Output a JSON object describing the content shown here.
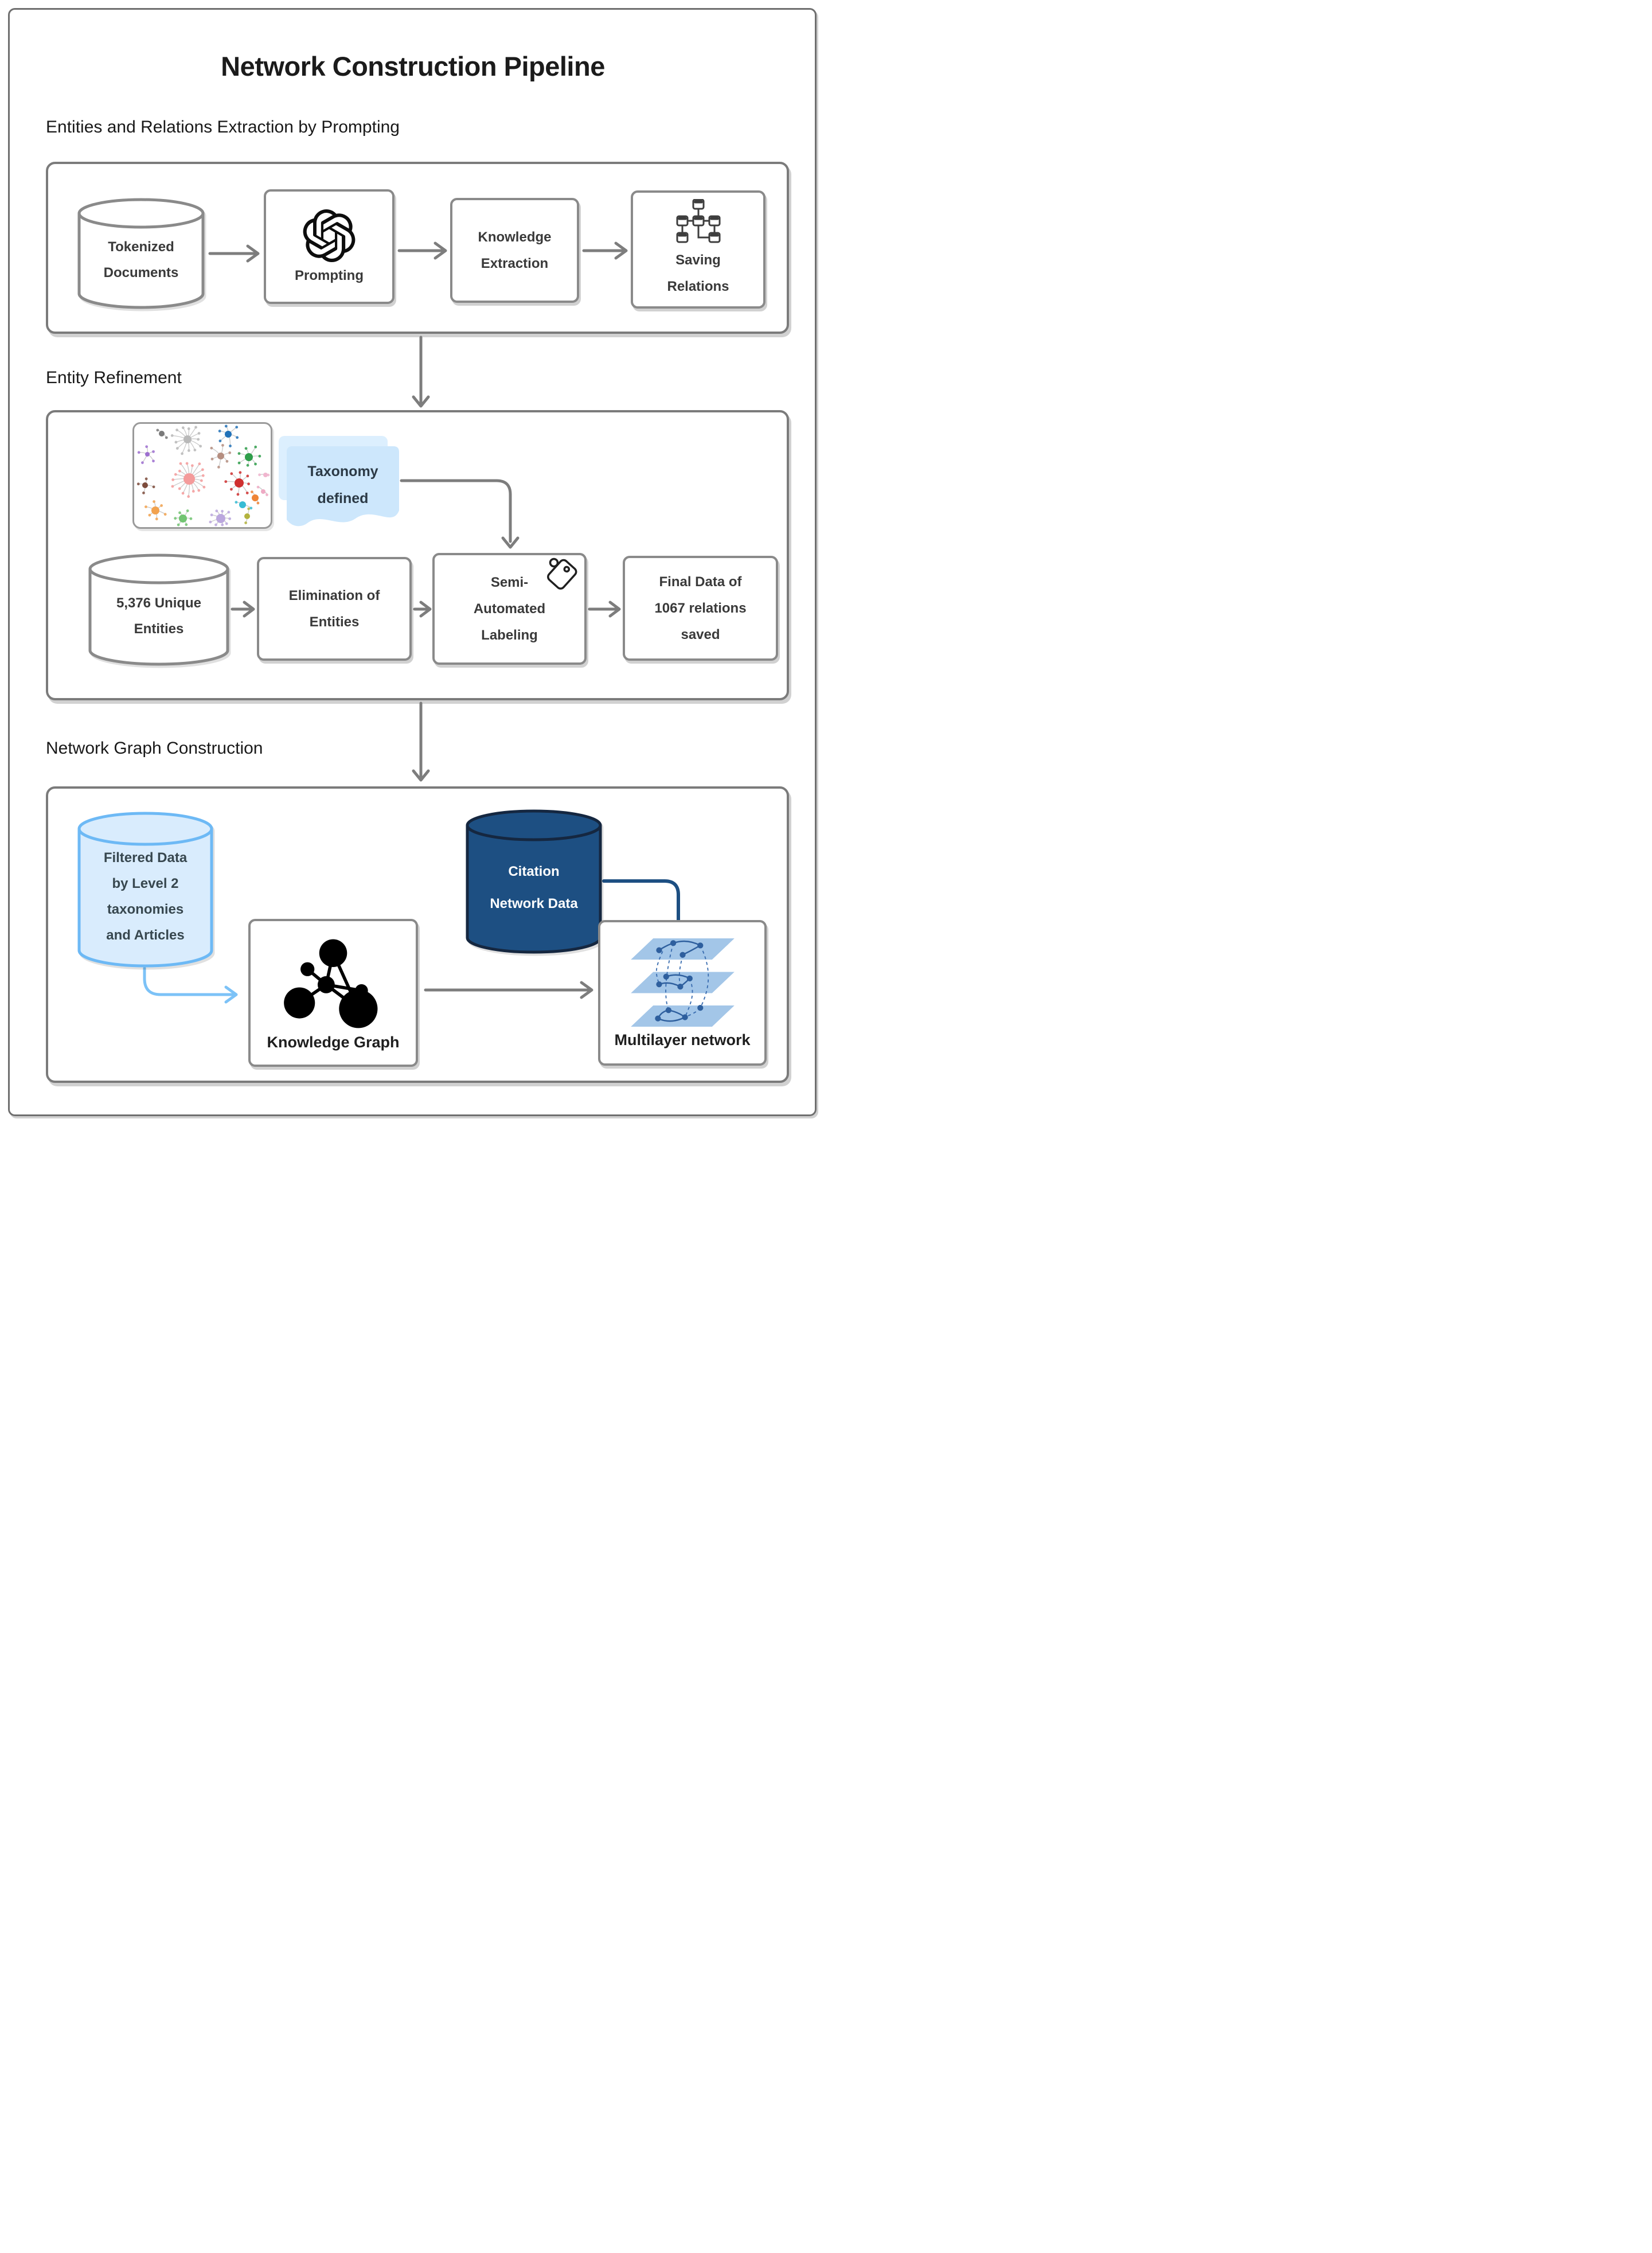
{
  "page": {
    "title": "Network Construction Pipeline"
  },
  "colors": {
    "section_border": "#7b7b7b",
    "node_border": "#8a8a8a",
    "gray_arrow": "#7d7d7d",
    "dark_text": "#3a3a3a",
    "light_blue_fill": "#d9ecfd",
    "light_blue_stroke": "#6db9f5",
    "blue_arrow": "#7cc2f7",
    "navy_fill": "#1d4f82",
    "navy_stroke": "#152740",
    "note_back_fill": "#dceffe",
    "note_front_fill": "#cde7fc"
  },
  "sections": {
    "extraction": {
      "heading": "Entities and Relations Extraction by Prompting",
      "tokenized_documents": {
        "lines": [
          "Tokenized",
          "Documents"
        ],
        "icon": "database-cylinder-icon"
      },
      "prompting": {
        "label": "Prompting",
        "icon": "openai-logo-icon"
      },
      "knowledge_extraction": {
        "lines": [
          "Knowledge",
          "Extraction"
        ]
      },
      "saving_relations": {
        "lines": [
          "Saving",
          "Relations"
        ],
        "icon": "sitemap-hierarchy-icon"
      }
    },
    "refinement": {
      "heading": "Entity Refinement",
      "entity_network_preview": {
        "icon": "entity-network-preview-image"
      },
      "taxonomy_note": {
        "lines": [
          "Taxonomy",
          "defined"
        ]
      },
      "unique_entities": {
        "lines": [
          "5,376 Unique",
          "Entities"
        ],
        "icon": "database-cylinder-icon"
      },
      "elimination": {
        "lines": [
          "Elimination of",
          "Entities"
        ]
      },
      "semi_automated_labeling": {
        "lines": [
          "Semi-",
          "Automated",
          "Labeling"
        ],
        "icon": "price-tag-icon"
      },
      "final_data": {
        "lines": [
          "Final Data of",
          "1067 relations",
          "saved"
        ]
      }
    },
    "graph_construction": {
      "heading": "Network Graph Construction",
      "filtered_data": {
        "lines": [
          "Filtered Data",
          "by Level 2",
          "taxonomies",
          "and Articles"
        ],
        "icon": "database-cylinder-icon"
      },
      "citation_network": {
        "lines": [
          "Citation",
          "Network Data"
        ],
        "icon": "database-cylinder-icon"
      },
      "knowledge_graph": {
        "label": "Knowledge Graph",
        "icon": "knowledge-graph-icon"
      },
      "multilayer_network": {
        "label": "Multilayer network",
        "icon": "multilayer-stack-icon"
      }
    }
  }
}
